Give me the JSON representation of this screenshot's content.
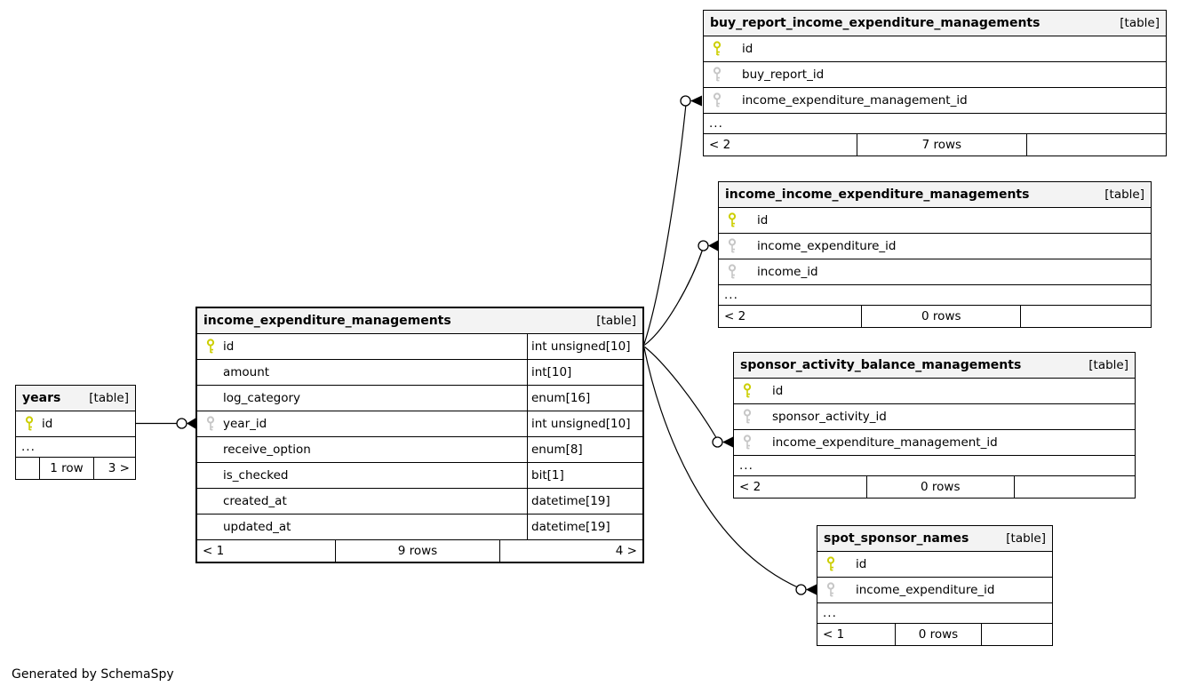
{
  "credit": "Generated by SchemaSpy",
  "tables": {
    "buy_report": {
      "name": "buy_report_income_expenditure_managements",
      "tag": "[table]",
      "columns": [
        {
          "name": "id",
          "key": "pk"
        },
        {
          "name": "buy_report_id",
          "key": "fk"
        },
        {
          "name": "income_expenditure_management_id",
          "key": "fk"
        }
      ],
      "ellipsis": "...",
      "footer": {
        "left": "< 2",
        "center": "7 rows",
        "right": ""
      }
    },
    "income_income": {
      "name": "income_income_expenditure_managements",
      "tag": "[table]",
      "columns": [
        {
          "name": "id",
          "key": "pk"
        },
        {
          "name": "income_expenditure_id",
          "key": "fk"
        },
        {
          "name": "income_id",
          "key": "fk"
        }
      ],
      "ellipsis": "...",
      "footer": {
        "left": "< 2",
        "center": "0 rows",
        "right": ""
      }
    },
    "sponsor_activity": {
      "name": "sponsor_activity_balance_managements",
      "tag": "[table]",
      "columns": [
        {
          "name": "id",
          "key": "pk"
        },
        {
          "name": "sponsor_activity_id",
          "key": "fk"
        },
        {
          "name": "income_expenditure_management_id",
          "key": "fk"
        }
      ],
      "ellipsis": "...",
      "footer": {
        "left": "< 2",
        "center": "0 rows",
        "right": ""
      }
    },
    "spot_sponsor": {
      "name": "spot_sponsor_names",
      "tag": "[table]",
      "columns": [
        {
          "name": "id",
          "key": "pk"
        },
        {
          "name": "income_expenditure_id",
          "key": "fk"
        }
      ],
      "ellipsis": "...",
      "footer": {
        "left": "< 1",
        "center": "0 rows",
        "right": ""
      }
    },
    "income_expenditure": {
      "name": "income_expenditure_managements",
      "tag": "[table]",
      "columns": [
        {
          "name": "id",
          "type": "int unsigned[10]",
          "key": "pk"
        },
        {
          "name": "amount",
          "type": "int[10]",
          "key": ""
        },
        {
          "name": "log_category",
          "type": "enum[16]",
          "key": ""
        },
        {
          "name": "year_id",
          "type": "int unsigned[10]",
          "key": "fk"
        },
        {
          "name": "receive_option",
          "type": "enum[8]",
          "key": ""
        },
        {
          "name": "is_checked",
          "type": "bit[1]",
          "key": ""
        },
        {
          "name": "created_at",
          "type": "datetime[19]",
          "key": ""
        },
        {
          "name": "updated_at",
          "type": "datetime[19]",
          "key": ""
        }
      ],
      "footer": {
        "left": "< 1",
        "center": "9 rows",
        "right": "4 >"
      }
    },
    "years": {
      "name": "years",
      "tag": "[table]",
      "columns": [
        {
          "name": "id",
          "key": "pk"
        }
      ],
      "ellipsis": "...",
      "footer": {
        "left": "",
        "center": "1 row",
        "right": "3 >"
      }
    }
  },
  "relationships": [
    {
      "from": "years.id",
      "to": "income_expenditure_managements.year_id"
    },
    {
      "from": "income_expenditure_managements.id",
      "to": "buy_report_income_expenditure_managements.income_expenditure_management_id"
    },
    {
      "from": "income_expenditure_managements.id",
      "to": "income_income_expenditure_managements.income_expenditure_id"
    },
    {
      "from": "income_expenditure_managements.id",
      "to": "sponsor_activity_balance_managements.income_expenditure_management_id"
    },
    {
      "from": "income_expenditure_managements.id",
      "to": "spot_sponsor_names.income_expenditure_id"
    }
  ]
}
